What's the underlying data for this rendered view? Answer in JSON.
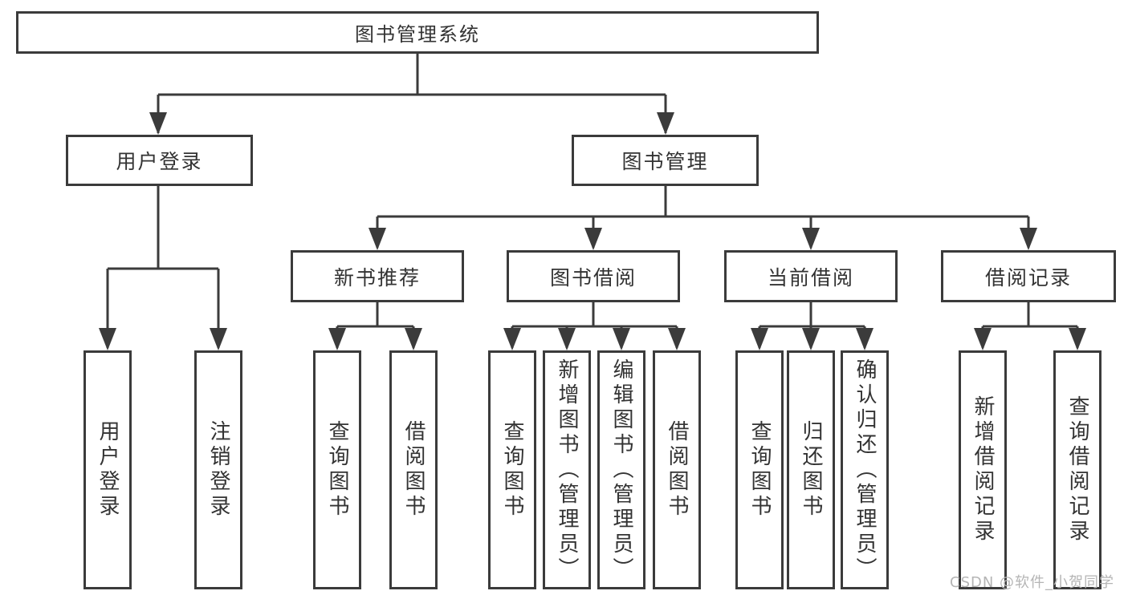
{
  "diagram": {
    "root": {
      "label": "图书管理系统",
      "children": [
        {
          "label": "用户登录",
          "children": [
            {
              "label": "用户登录"
            },
            {
              "label": "注销登录"
            }
          ]
        },
        {
          "label": "图书管理",
          "children": [
            {
              "label": "新书推荐",
              "children": [
                {
                  "label": "查询图书"
                },
                {
                  "label": "借阅图书"
                }
              ]
            },
            {
              "label": "图书借阅",
              "children": [
                {
                  "label": "查询图书"
                },
                {
                  "label": "新增图书（管理员）"
                },
                {
                  "label": "编辑图书（管理员）"
                },
                {
                  "label": "借阅图书"
                }
              ]
            },
            {
              "label": "当前借阅",
              "children": [
                {
                  "label": "查询图书"
                },
                {
                  "label": "归还图书"
                },
                {
                  "label": "确认归还（管理员）"
                }
              ]
            },
            {
              "label": "借阅记录",
              "children": [
                {
                  "label": "新增借阅记录"
                },
                {
                  "label": "查询借阅记录"
                }
              ]
            }
          ]
        }
      ]
    }
  },
  "watermark": {
    "text": "CSDN @软件_小贺同学"
  },
  "colors": {
    "line": "#3b3b3b",
    "box_border": "#3b3b3b",
    "text": "#333333",
    "watermark": "#b5b5b5",
    "background": "#ffffff"
  }
}
